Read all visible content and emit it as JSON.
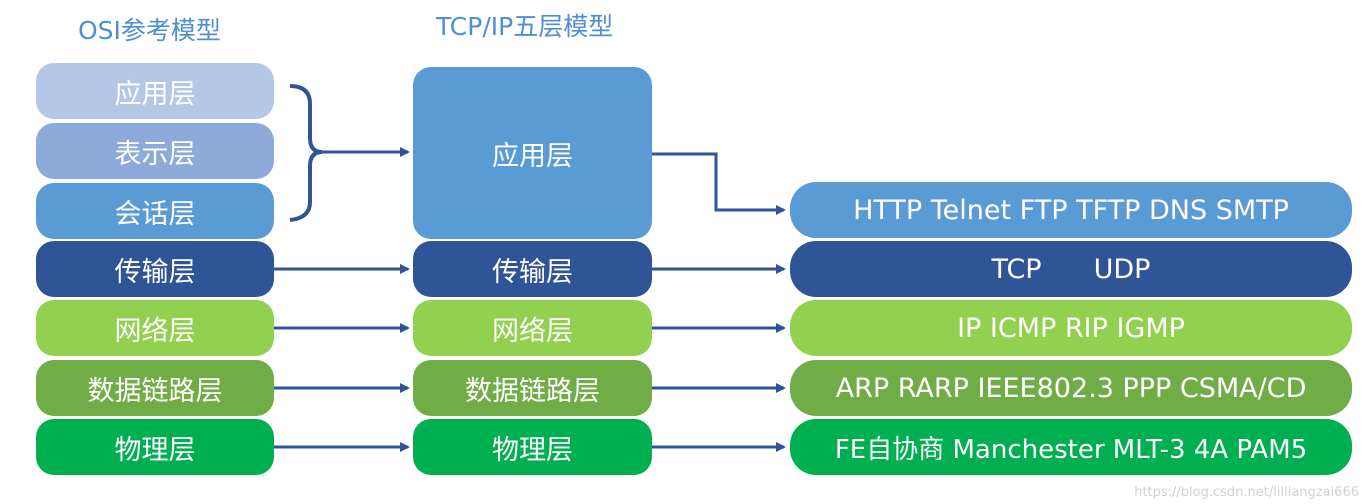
{
  "titles": {
    "osi": "OSI参考模型",
    "tcpip": "TCP/IP五层模型"
  },
  "osi_layers": [
    "应用层",
    "表示层",
    "会话层",
    "传输层",
    "网络层",
    "数据链路层",
    "物理层"
  ],
  "tcpip_layers": [
    "应用层",
    "传输层",
    "网络层",
    "数据链路层",
    "物理层"
  ],
  "protocols": {
    "application": "HTTP Telnet FTP TFTP DNS SMTP",
    "transport_tcp": "TCP",
    "transport_udp": "UDP",
    "network": "IP ICMP RIP IGMP",
    "datalink": "ARP RARP IEEE802.3 PPP CSMA/CD",
    "physical": "FE自协商 Manchester MLT-3 4A PAM5"
  },
  "watermark": "https://blog.csdn.net/lilliangzai666",
  "colors": {
    "application_osi": "#b4c7e7",
    "presentation": "#8eaadb",
    "session": "#5b9bd5",
    "application_tcpip": "#5b9bd5",
    "transport": "#2f5597",
    "network": "#92d050",
    "datalink": "#70ad47",
    "physical": "#00b050",
    "arrow": "#2f5597"
  }
}
